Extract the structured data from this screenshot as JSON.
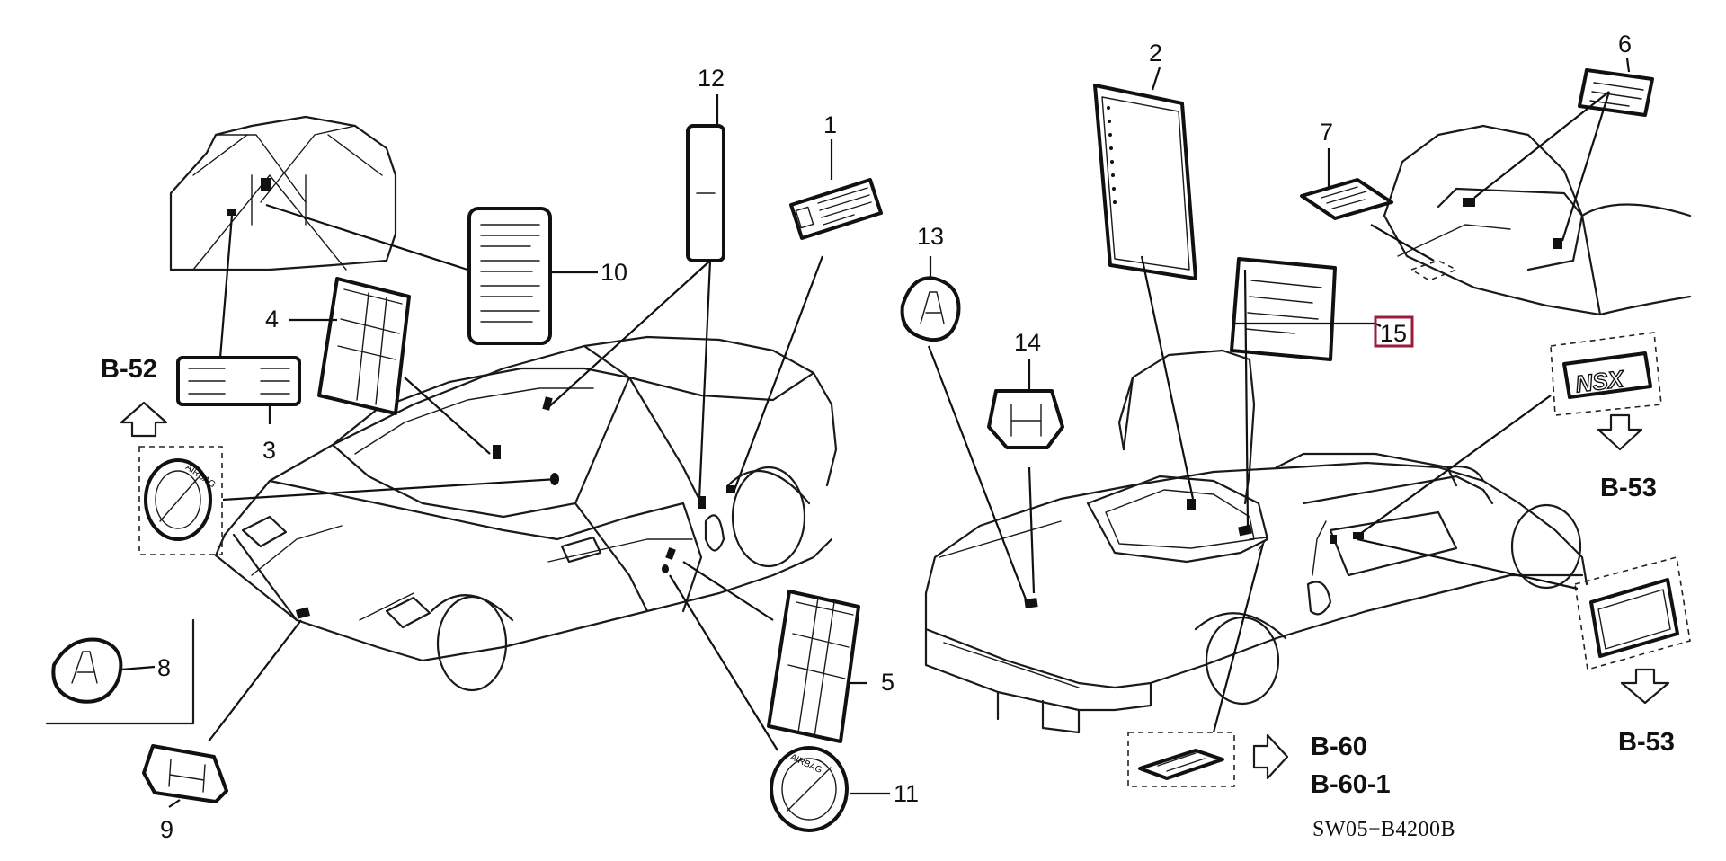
{
  "diagram": {
    "code": "SW05−B4200B",
    "highlight_color": "#9b1b3a",
    "callouts": {
      "c1": "1",
      "c2": "2",
      "c3": "3",
      "c4": "4",
      "c5": "5",
      "c6": "6",
      "c7": "7",
      "c8": "8",
      "c9": "9",
      "c10": "10",
      "c11": "11",
      "c12": "12",
      "c13": "13",
      "c14": "14",
      "c15": "15"
    },
    "refs": {
      "b52": "B-52",
      "b53a": "B-53",
      "b53b": "B-53",
      "b60": "B-60",
      "b601": "B-60-1"
    },
    "badge_text": {
      "airbag": "AIRBAG",
      "nsx": "NSX"
    }
  }
}
